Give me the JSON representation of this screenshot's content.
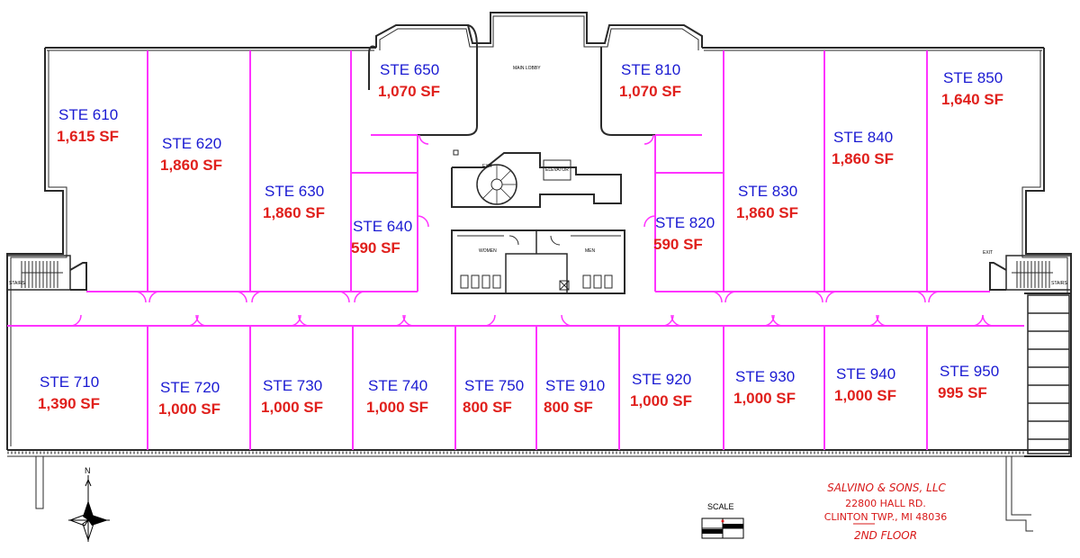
{
  "suites": [
    {
      "id": "ste-610",
      "name": "STE 610",
      "area": "1,615 SF"
    },
    {
      "id": "ste-620",
      "name": "STE 620",
      "area": "1,860 SF"
    },
    {
      "id": "ste-630",
      "name": "STE 630",
      "area": "1,860 SF"
    },
    {
      "id": "ste-640",
      "name": "STE 640",
      "area": "590 SF"
    },
    {
      "id": "ste-650",
      "name": "STE 650",
      "area": "1,070 SF"
    },
    {
      "id": "ste-810",
      "name": "STE 810",
      "area": "1,070 SF"
    },
    {
      "id": "ste-820",
      "name": "STE 820",
      "area": "590 SF"
    },
    {
      "id": "ste-830",
      "name": "STE 830",
      "area": "1,860 SF"
    },
    {
      "id": "ste-840",
      "name": "STE 840",
      "area": "1,860 SF"
    },
    {
      "id": "ste-850",
      "name": "STE 850",
      "area": "1,640 SF"
    },
    {
      "id": "ste-710",
      "name": "STE 710",
      "area": "1,390 SF"
    },
    {
      "id": "ste-720",
      "name": "STE 720",
      "area": "1,000 SF"
    },
    {
      "id": "ste-730",
      "name": "STE 730",
      "area": "1,000 SF"
    },
    {
      "id": "ste-740",
      "name": "STE 740",
      "area": "1,000 SF"
    },
    {
      "id": "ste-750",
      "name": "STE 750",
      "area": "800 SF"
    },
    {
      "id": "ste-910",
      "name": "STE 910",
      "area": "800 SF"
    },
    {
      "id": "ste-920",
      "name": "STE 920",
      "area": "1,000 SF"
    },
    {
      "id": "ste-930",
      "name": "STE 930",
      "area": "1,000 SF"
    },
    {
      "id": "ste-940",
      "name": "STE 940",
      "area": "1,000 SF"
    },
    {
      "id": "ste-950",
      "name": "STE 950",
      "area": "995 SF"
    }
  ],
  "core_labels": {
    "main_lobby": "MAIN LOBBY",
    "exit_center": "EXIT",
    "elevator": "ELEVATOR",
    "women": "WOMEN",
    "men": "MEN",
    "exit_right": "EXIT",
    "stairs_left": "STAIRS",
    "stairs_right": "STAIRS"
  },
  "owner_block": {
    "company": "SALVINO & SONS, LLC",
    "address_line": "22800 HALL RD.",
    "city_line": "CLINTON TWP., MI 48036",
    "floor": "2ND FLOOR"
  },
  "scale_label": "SCALE",
  "north_label": "N",
  "colors": {
    "walls": "#2a2a2a",
    "partitions": "#ff33ff",
    "suite_name": "#1a1ad2",
    "suite_area": "#e0201c",
    "title_block": "#d81818"
  }
}
